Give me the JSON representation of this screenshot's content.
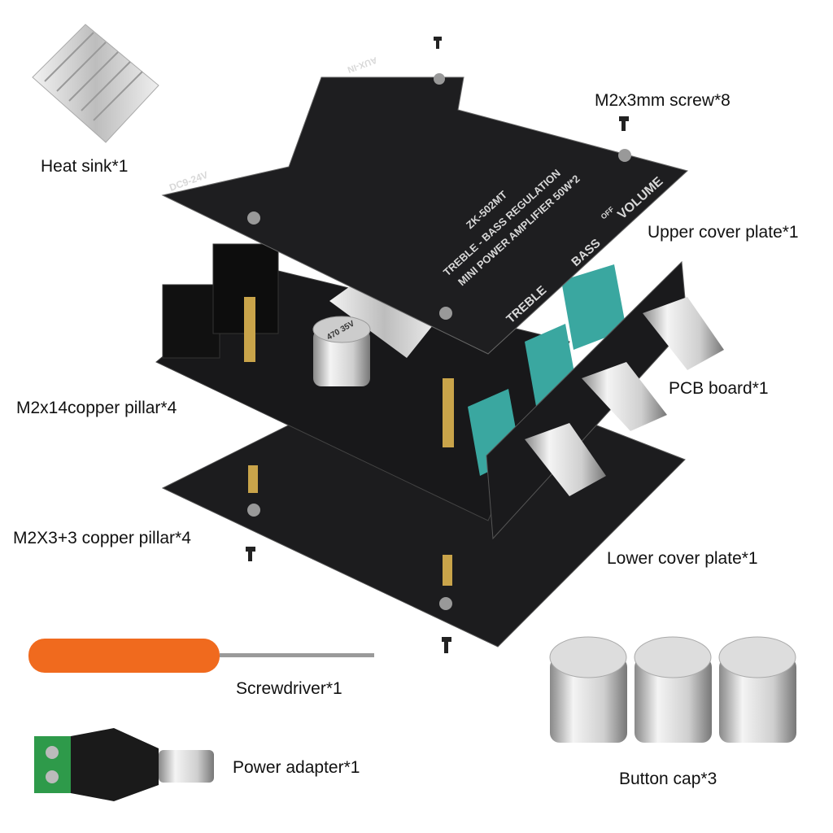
{
  "labels": {
    "heat_sink": "Heat sink*1",
    "screw": "M2x3mm screw*8",
    "upper_cover": "Upper cover plate*1",
    "pcb": "PCB board*1",
    "pillar_14": "M2x14copper pillar*4",
    "pillar_3": "M2X3+3 copper pillar*4",
    "lower_cover": "Lower cover plate*1",
    "screwdriver": "Screwdriver*1",
    "power_adapter": "Power adapter*1",
    "button_cap": "Button cap*3"
  },
  "board_print": {
    "model": "ZK-502MT",
    "line1": "TREBLE - BASS REGULATION",
    "line2": "MINI POWER AMPLIFIER 50W*2",
    "volume": "VOLUME",
    "off": "OFF",
    "treble": "TREBLE",
    "bass": "BASS",
    "aux": "AUX-IN",
    "dc": "DC9-24V",
    "cap": "470 35V"
  },
  "colors": {
    "plate": "#1e1e20",
    "potentiometer": "#3aa7a0",
    "brass": "#c9a44a",
    "screwdriver_handle": "#f06a1e",
    "terminal": "#2e9a4a"
  }
}
